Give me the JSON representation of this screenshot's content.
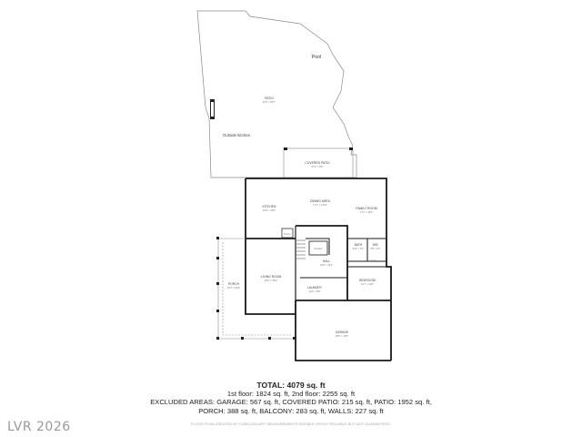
{
  "rooms": {
    "pool": {
      "label": "Pool",
      "dim": ""
    },
    "patio": {
      "label": "PATIO",
      "dim": "40'6\" x 56'7\""
    },
    "outside_kitchen": {
      "label": "Outside kitchen",
      "dim": ""
    },
    "covered_patio": {
      "label": "COVERED PATIO",
      "dim": "27'2\" x 8'9\""
    },
    "kitchen": {
      "label": "KITCHEN",
      "dim": "19'6\" x 16'0\""
    },
    "dining_area": {
      "label": "DINING AREA",
      "dim": "17'1\" x 14'10\""
    },
    "family_room": {
      "label": "FAMILY ROOM",
      "dim": "17'1\" x 18'0\""
    },
    "pantry": {
      "label": "Pantry",
      "dim": ""
    },
    "porch": {
      "label": "PORCH",
      "dim": "46'2\" x 34'9\""
    },
    "living_room": {
      "label": "LIVING ROOM",
      "dim": "19'5\" x 18'0\""
    },
    "powder": {
      "label": "Powder",
      "dim": ""
    },
    "hall": {
      "label": "HALL",
      "dim": "34'6\" x 15'1\""
    },
    "bath": {
      "label": "BATH",
      "dim": "8'10\" x 6'1\""
    },
    "wic": {
      "label": "WIC",
      "dim": "6'8\" x 6'1\""
    },
    "closet": {
      "label": "Closet",
      "dim": ""
    },
    "laundry": {
      "label": "LAUNDRY",
      "dim": "12'2\" x 8'8\""
    },
    "bedroom": {
      "label": "BEDROOM",
      "dim": "13'7\" x 11'8\""
    },
    "garage": {
      "label": "GARAGE",
      "dim": "28'6\" x 19'8\""
    }
  },
  "summary": {
    "total": "TOTAL: 4079 sq. ft",
    "line1": "1st floor: 1824 sq. ft, 2nd floor: 2255 sq. ft",
    "line2": "EXCLUDED AREAS: GARAGE: 567 sq. ft, COVERED PATIO: 215 sq. ft, PATIO: 1952 sq. ft,",
    "line3": "PORCH: 388 sq. ft, BALCONY: 283 sq. ft, WALLS: 227 sq. ft"
  },
  "disclaimer": "FLOOR PLAN CREATED BY CUBICASA APP. MEASUREMENTS DEEMED HIGHLY RELIABLE BUT NOT GUARANTEED.",
  "watermark": "LVR 2026",
  "colors": {
    "wall": "#1a1a1a",
    "outline": "#8a8a8a",
    "text": "#222222",
    "watermark": "#9a9a9a"
  }
}
